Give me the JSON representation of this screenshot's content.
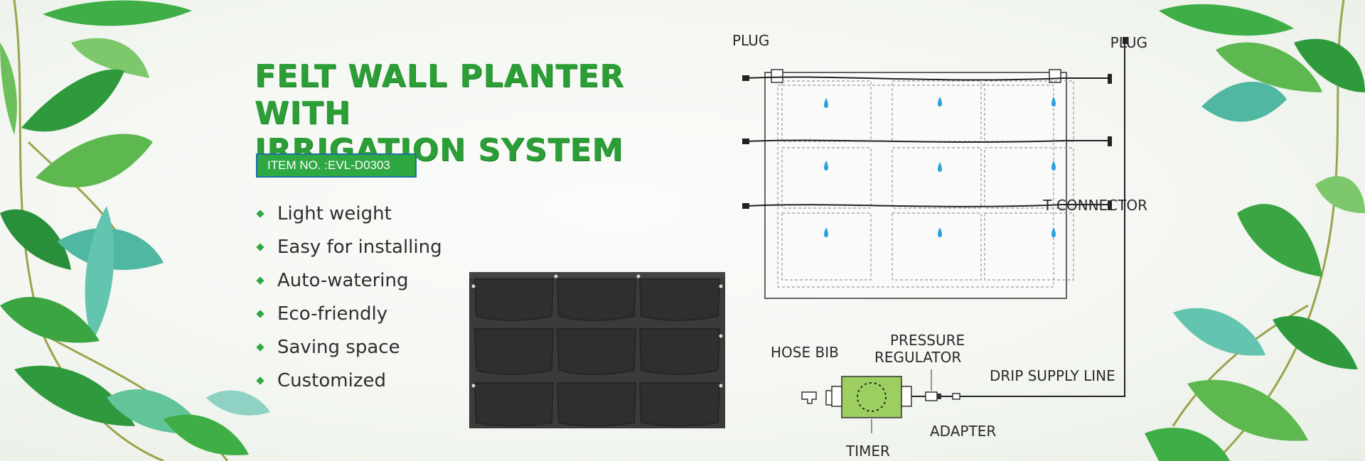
{
  "header": {
    "title_line1": "FELT WALL PLANTER WITH",
    "title_line2": "IRRIGATION SYSTEM",
    "item_no": "ITEM NO. :EVL-D0303"
  },
  "features": [
    "Light weight",
    "Easy for installing",
    "Auto-watering",
    "Eco-friendly",
    "Saving space",
    "Customized"
  ],
  "diagram": {
    "plug_top": "PLUG",
    "plug_right": "PLUG",
    "t_connector": "T CONNECTOR",
    "hose_bib": "HOSE BIB",
    "pressure_regulator_line1": "PRESSURE",
    "pressure_regulator_line2": "REGULATOR",
    "drip_supply_line": "DRIP SUPPLY LINE",
    "adapter": "ADAPTER",
    "timer": "TIMER"
  },
  "colors": {
    "accent_green": "#2ea843",
    "title_green": "#2c9e36",
    "drop_blue": "#29a3e0",
    "felt": "#3a3a3a"
  }
}
